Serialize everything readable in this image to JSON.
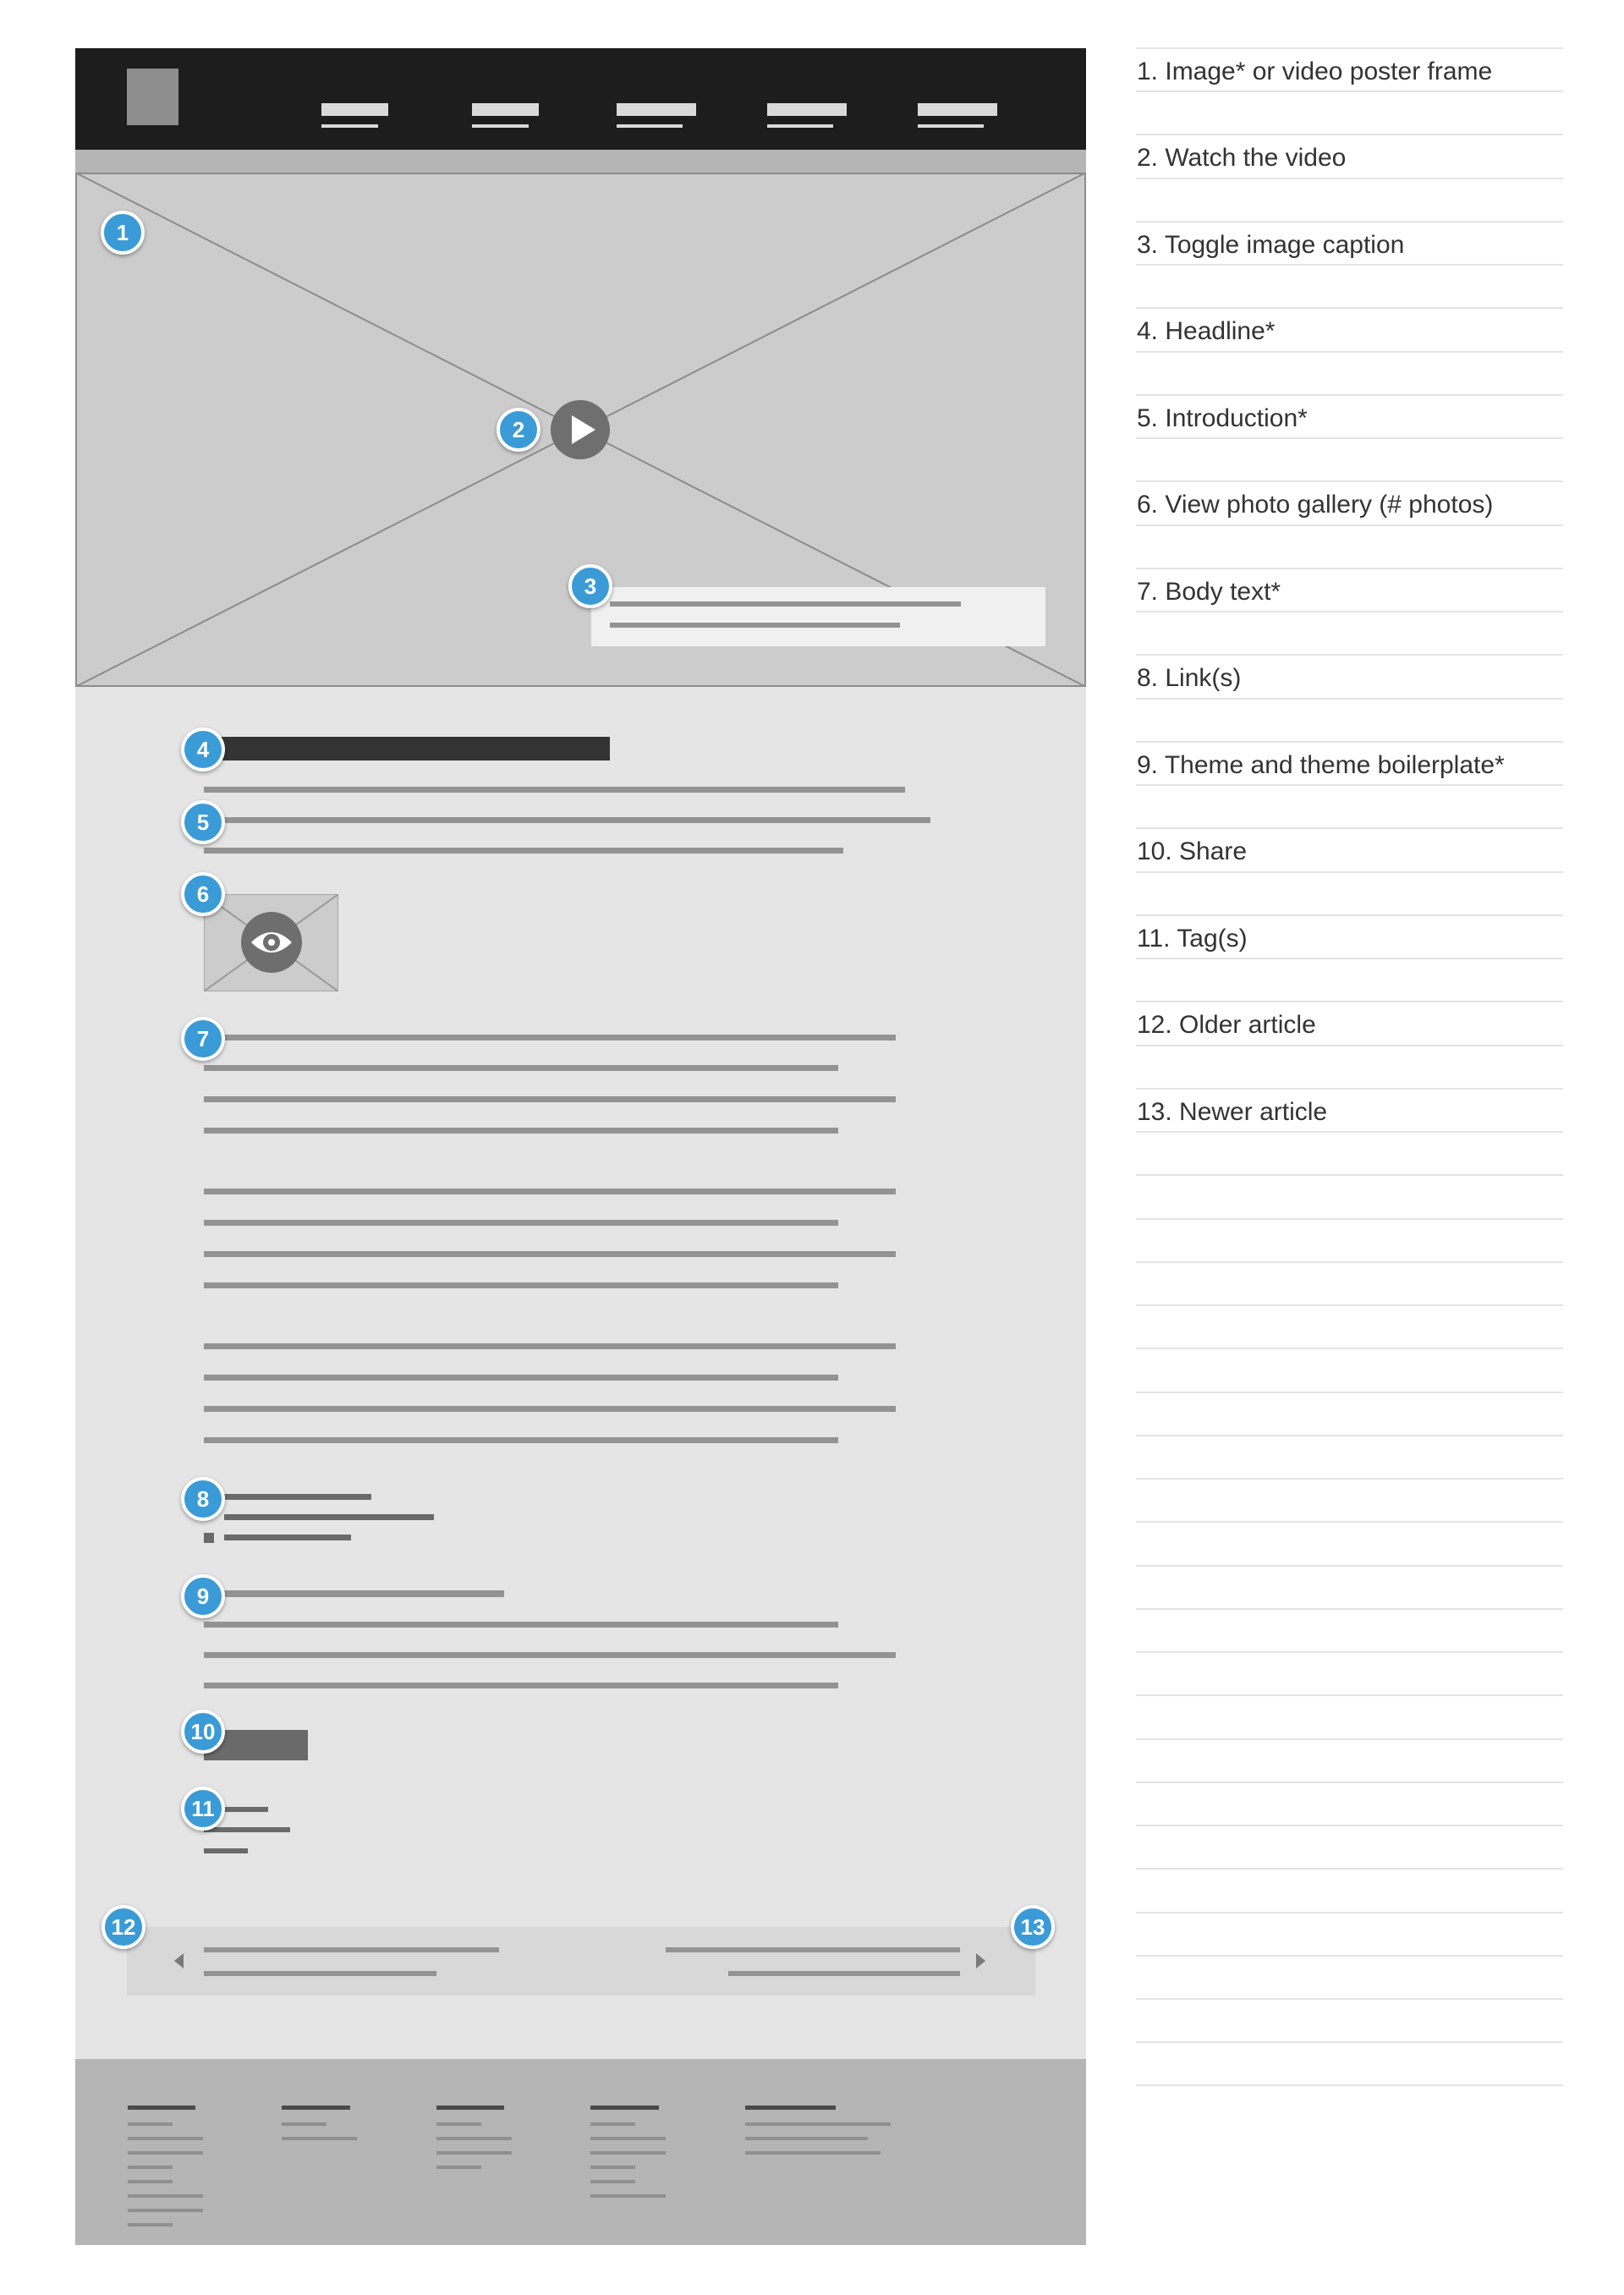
{
  "callouts": [
    "1",
    "2",
    "3",
    "4",
    "5",
    "6",
    "7",
    "8",
    "9",
    "10",
    "11",
    "12",
    "13"
  ],
  "legend": [
    "1. Image* or video poster frame",
    "2. Watch the video",
    "3. Toggle image caption",
    "4. Headline*",
    "5. Introduction*",
    "6. View photo gallery (# photos)",
    "7. Body text*",
    "8. Link(s)",
    "9. Theme and theme boilerplate*",
    "10. Share",
    "11. Tag(s)",
    "12. Older article",
    "13. Newer article"
  ],
  "icons": {
    "play": "play-icon",
    "gallery": "eye-icon",
    "older": "arrow-left-icon",
    "newer": "arrow-right-icon"
  },
  "colors": {
    "badge": "#3a9bd6",
    "header": "#1d1d1d",
    "content_bg": "#e5e5e5",
    "footer": "#b5b5b5"
  }
}
